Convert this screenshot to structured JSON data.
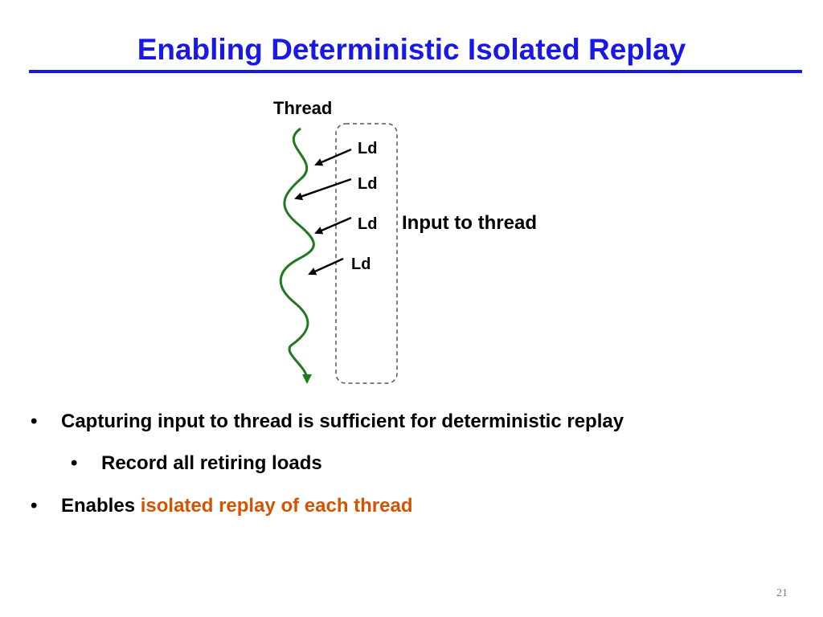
{
  "slide": {
    "title": "Enabling Deterministic Isolated Replay",
    "page_number": "21",
    "colors": {
      "title": "#1919e6",
      "thread": "#1f7a1f",
      "highlight": "#d35400",
      "box_border": "#555555"
    }
  },
  "diagram": {
    "thread_label": "Thread",
    "input_label": "Input to thread",
    "loads": [
      "Ld",
      "Ld",
      "Ld",
      "Ld"
    ]
  },
  "bullets": [
    {
      "level": 1,
      "text": "Capturing input to thread is sufficient for deterministic replay"
    },
    {
      "level": 2,
      "text": "Record all retiring loads"
    },
    {
      "level": 1,
      "text": "Enables ",
      "highlight": "isolated replay of each thread"
    }
  ]
}
